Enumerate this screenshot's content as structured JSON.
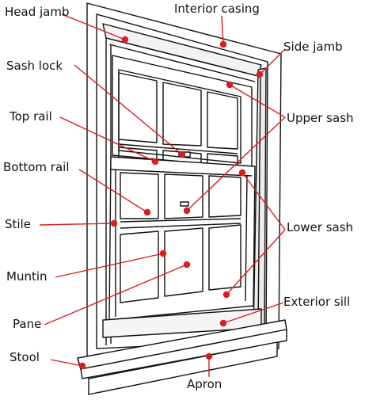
{
  "labels": {
    "head_jamb": "Head jamb",
    "interior_casing": "Interior casing",
    "side_jamb": "Side jamb",
    "sash_lock": "Sash lock",
    "top_rail": "Top rail",
    "upper_sash": "Upper sash",
    "bottom_rail": "Bottom rail",
    "stile": "Stile",
    "lower_sash": "Lower sash",
    "muntin": "Muntin",
    "exterior_sill": "Exterior sill",
    "pane": "Pane",
    "stool": "Stool",
    "apron": "Apron"
  },
  "colors": {
    "leader": "#d91e1e",
    "ink": "#111111"
  }
}
